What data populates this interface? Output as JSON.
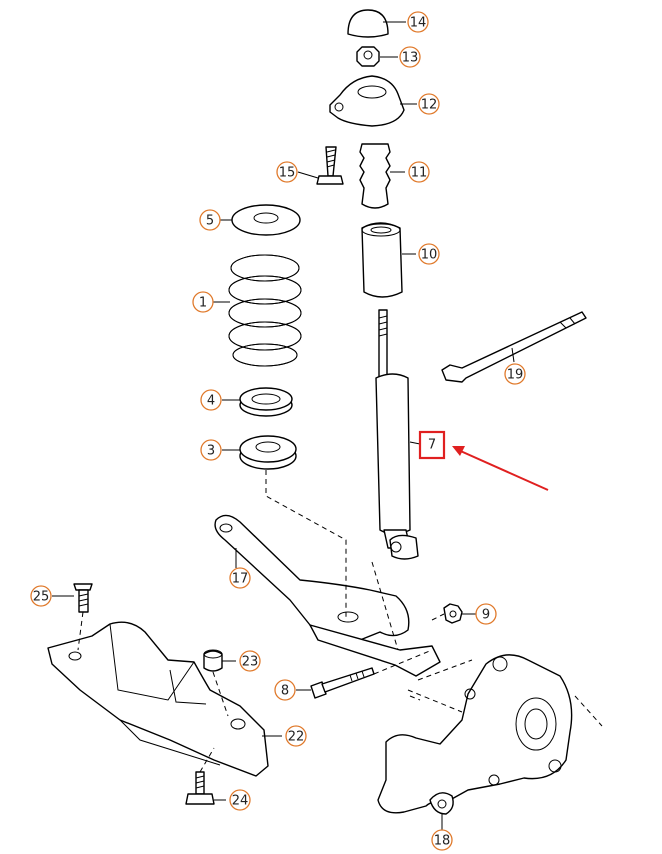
{
  "colors": {
    "callout_ring": "#e07a2c",
    "highlight": "#e02020",
    "line": "#000000"
  },
  "callouts": [
    {
      "id": "14",
      "label": "14"
    },
    {
      "id": "13",
      "label": "13"
    },
    {
      "id": "12",
      "label": "12"
    },
    {
      "id": "15",
      "label": "15"
    },
    {
      "id": "11",
      "label": "11"
    },
    {
      "id": "5",
      "label": "5"
    },
    {
      "id": "10",
      "label": "10"
    },
    {
      "id": "1",
      "label": "1"
    },
    {
      "id": "19",
      "label": "19"
    },
    {
      "id": "4",
      "label": "4"
    },
    {
      "id": "7",
      "label": "7"
    },
    {
      "id": "3",
      "label": "3"
    },
    {
      "id": "17",
      "label": "17"
    },
    {
      "id": "25",
      "label": "25"
    },
    {
      "id": "9",
      "label": "9"
    },
    {
      "id": "23",
      "label": "23"
    },
    {
      "id": "8",
      "label": "8"
    },
    {
      "id": "22",
      "label": "22"
    },
    {
      "id": "24",
      "label": "24"
    },
    {
      "id": "18",
      "label": "18"
    }
  ],
  "highlighted_part": "7"
}
